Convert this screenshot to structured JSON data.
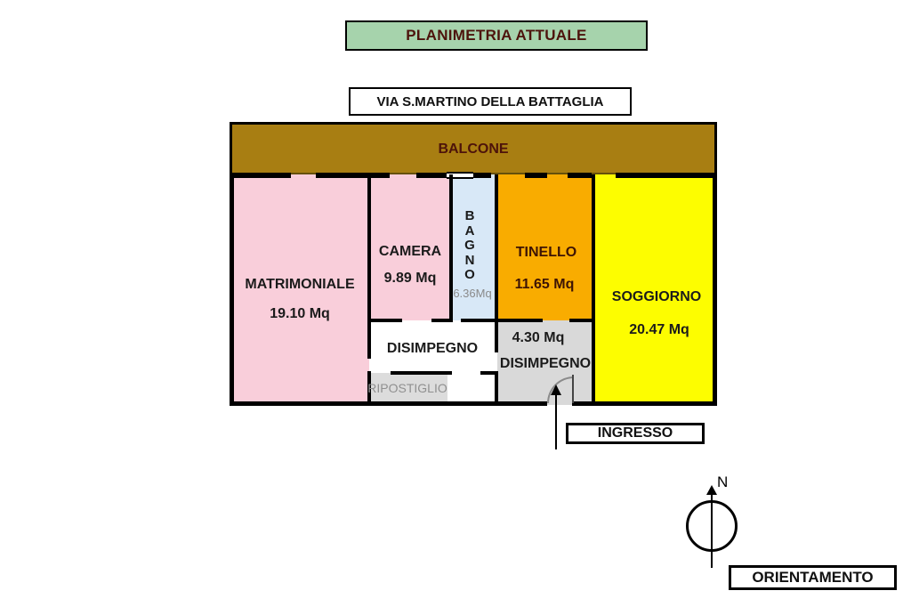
{
  "header": {
    "title": "PLANIMETRIA ATTUALE",
    "address": "VIA S.MARTINO DELLA BATTAGLIA"
  },
  "plan": {
    "balcone": {
      "label": "BALCONE"
    },
    "rooms": {
      "matrimoniale": {
        "name": "MATRIMONIALE",
        "area": "19.10 Mq"
      },
      "camera": {
        "name": "CAMERA",
        "area": "9.89 Mq"
      },
      "bagno": {
        "name": "BAGNO",
        "area": "6.36Mq"
      },
      "tinello": {
        "name": "TINELLO",
        "area": "11.65 Mq"
      },
      "soggiorno": {
        "name": "SOGGIORNO",
        "area": "20.47 Mq"
      },
      "disimpegno": {
        "name": "DISIMPEGNO"
      },
      "disimpegno_ingresso": {
        "name": "DISIMPEGNO",
        "area": "4.30 Mq"
      },
      "ripostiglio": {
        "name": "RIPOSTIGLIO"
      }
    }
  },
  "footer": {
    "ingresso_label": "INGRESSO",
    "orientamento_label": "ORIENTAMENTO",
    "north_label": "N"
  },
  "colors": {
    "title_bg": "#a6d3ac",
    "title_text": "#4d130c",
    "balcone_fill": "#a87e12",
    "bedroom_pink": "#f9ceda",
    "bagno_blue": "#d8e8f7",
    "tinello_orange": "#f9ac00",
    "soggiorno_yellow": "#fdfd00",
    "disimpegno_white": "#ffffff",
    "ingresso_gray": "#d9d9d9",
    "ripostiglio_gray": "#dcdcdc",
    "wall": "#000000"
  }
}
